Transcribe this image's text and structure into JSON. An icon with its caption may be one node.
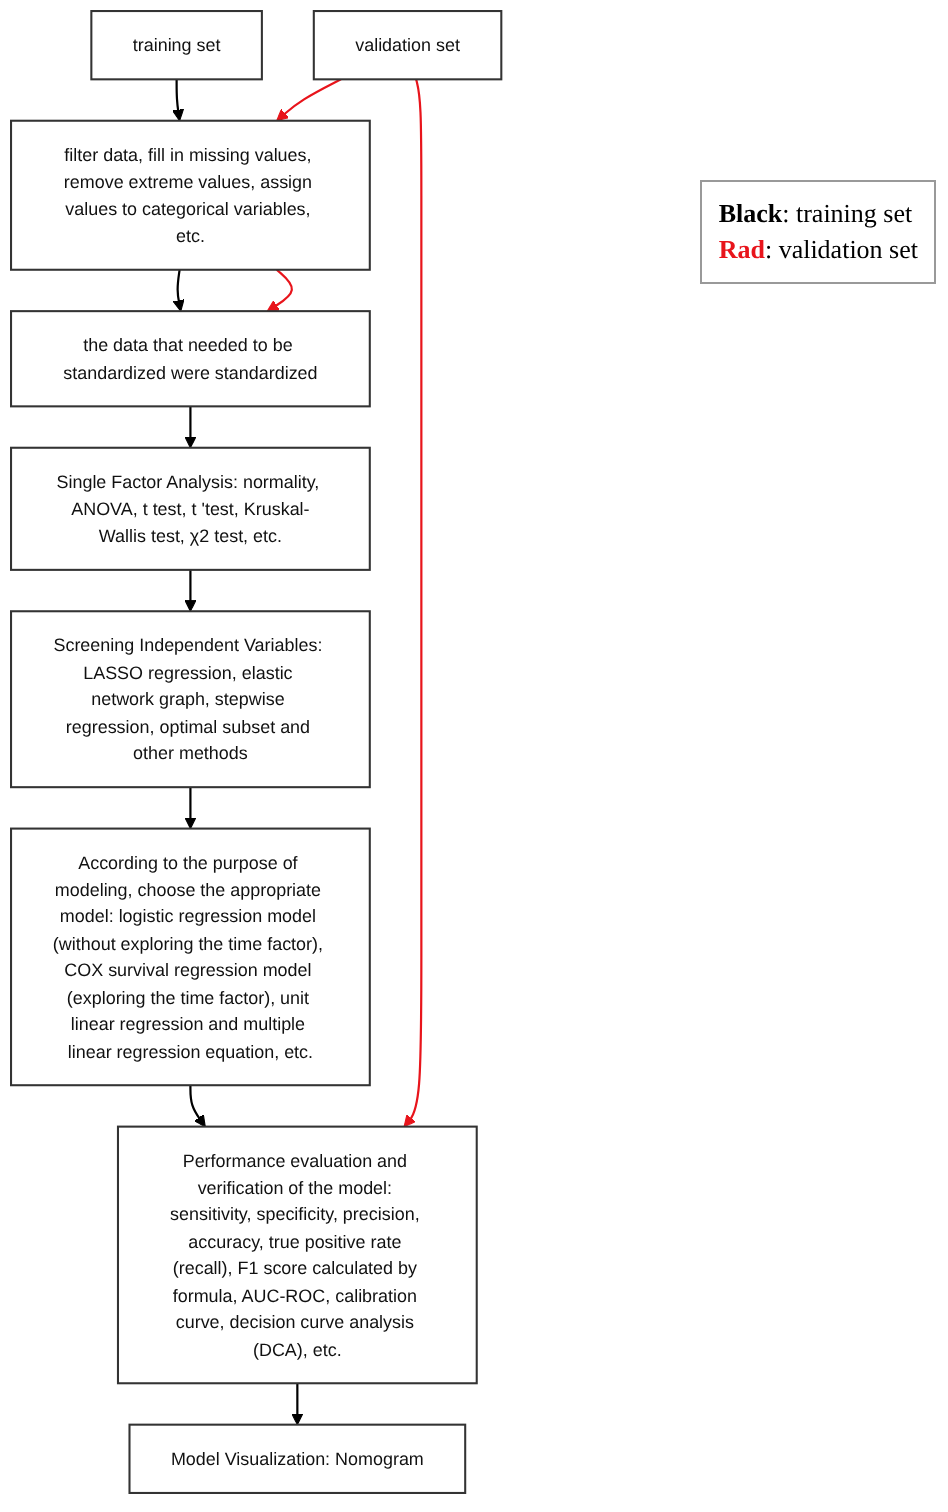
{
  "diagram": {
    "nodes": [
      {
        "text": [
          "training set"
        ]
      },
      {
        "text": [
          "validation set"
        ]
      },
      {
        "text": [
          "filter data, fill in missing values, remove extreme values, assign values to categorical variables, etc."
        ]
      },
      {
        "text": [
          "the data that needed to be standardized were standardized"
        ]
      },
      {
        "text": [
          "Single Factor Analysis: normality, ANOVA, t test, t 'test, Kruskal-Wallis test, χ2 test, etc."
        ]
      },
      {
        "text": [
          "Screening Independent Variables: LASSO regression, elastic network graph, stepwise regression, optimal subset and other methods"
        ]
      },
      {
        "text": [
          "According to the purpose of modeling, choose the appropriate model: logistic regression model (without exploring the time factor), COX survival regression model (exploring the time factor), unit linear regression and multiple linear regression equation, etc."
        ]
      },
      {
        "text": [
          "Performance evaluation and verification of the model: sensitivity, specificity, precision, accuracy, true positive rate (recall), F1 score calculated by formula, AUC-ROC, calibration curve, decision curve analysis (DCA), etc."
        ]
      },
      {
        "text": [
          "Model Visualization: Nomogram"
        ]
      }
    ],
    "edges": [
      {
        "from": 0,
        "to": 2,
        "arrow": "to"
      },
      {
        "from": 1,
        "to": 2,
        "arrow": "to",
        "color": "#e8141b"
      },
      {
        "from": 2,
        "to": 3,
        "arrow": "to"
      },
      {
        "from": 2,
        "to": 3,
        "arrow": "to",
        "color": "#e8141b"
      },
      {
        "from": 3,
        "to": 4,
        "arrow": "to"
      },
      {
        "from": 4,
        "to": 5,
        "arrow": "to"
      },
      {
        "from": 5,
        "to": 6,
        "arrow": "to"
      },
      {
        "from": 6,
        "to": 7,
        "arrow": "to"
      },
      {
        "from": 1,
        "to": 7,
        "arrow": "to",
        "color": "#e8141b"
      },
      {
        "from": 7,
        "to": 8,
        "arrow": "to"
      }
    ],
    "legend": [
      {
        "text": "**Black**: training set",
        "color": "#000000"
      },
      {
        "text": "**Rad**: validation set",
        "color": "#e8141b"
      }
    ]
  }
}
